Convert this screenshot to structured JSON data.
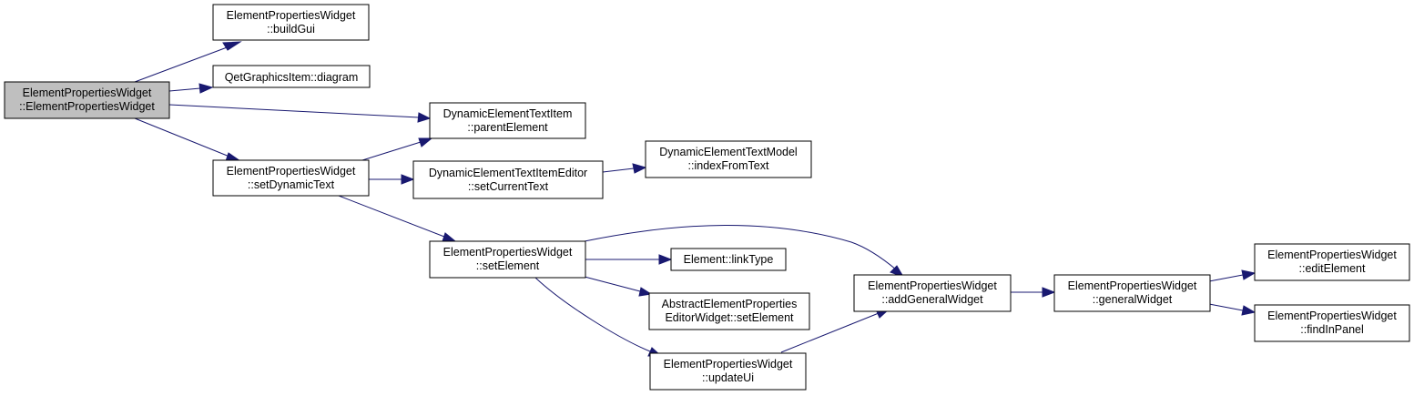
{
  "colors": {
    "node_fill": "#ffffff",
    "root_fill": "#bfbfbf",
    "node_border": "#000000",
    "edge": "#191970"
  },
  "nodes": [
    {
      "id": "root",
      "lines": [
        "ElementPropertiesWidget",
        "::ElementPropertiesWidget"
      ],
      "root": true
    },
    {
      "id": "buildGui",
      "lines": [
        "ElementPropertiesWidget",
        "::buildGui"
      ]
    },
    {
      "id": "diagram",
      "lines": [
        "QetGraphicsItem::diagram"
      ]
    },
    {
      "id": "parentElement",
      "lines": [
        "DynamicElementTextItem",
        "::parentElement"
      ]
    },
    {
      "id": "setDynamicText",
      "lines": [
        "ElementPropertiesWidget",
        "::setDynamicText"
      ]
    },
    {
      "id": "setCurrentText",
      "lines": [
        "DynamicElementTextItemEditor",
        "::setCurrentText"
      ]
    },
    {
      "id": "indexFromText",
      "lines": [
        "DynamicElementTextModel",
        "::indexFromText"
      ]
    },
    {
      "id": "setElement",
      "lines": [
        "ElementPropertiesWidget",
        "::setElement"
      ]
    },
    {
      "id": "linkType",
      "lines": [
        "Element::linkType"
      ]
    },
    {
      "id": "abstractSetElement",
      "lines": [
        "AbstractElementProperties",
        "EditorWidget::setElement"
      ]
    },
    {
      "id": "updateUi",
      "lines": [
        "ElementPropertiesWidget",
        "::updateUi"
      ]
    },
    {
      "id": "addGeneralWidget",
      "lines": [
        "ElementPropertiesWidget",
        "::addGeneralWidget"
      ]
    },
    {
      "id": "generalWidget",
      "lines": [
        "ElementPropertiesWidget",
        "::generalWidget"
      ]
    },
    {
      "id": "editElement",
      "lines": [
        "ElementPropertiesWidget",
        "::editElement"
      ]
    },
    {
      "id": "findInPanel",
      "lines": [
        "ElementPropertiesWidget",
        "::findInPanel"
      ]
    }
  ],
  "edges": [
    {
      "from": "root",
      "to": "buildGui"
    },
    {
      "from": "root",
      "to": "diagram"
    },
    {
      "from": "root",
      "to": "parentElement"
    },
    {
      "from": "root",
      "to": "setDynamicText"
    },
    {
      "from": "setDynamicText",
      "to": "parentElement"
    },
    {
      "from": "setDynamicText",
      "to": "setCurrentText"
    },
    {
      "from": "setDynamicText",
      "to": "setElement"
    },
    {
      "from": "setCurrentText",
      "to": "indexFromText"
    },
    {
      "from": "setElement",
      "to": "addGeneralWidget"
    },
    {
      "from": "setElement",
      "to": "linkType"
    },
    {
      "from": "setElement",
      "to": "abstractSetElement"
    },
    {
      "from": "setElement",
      "to": "updateUi"
    },
    {
      "from": "updateUi",
      "to": "addGeneralWidget"
    },
    {
      "from": "addGeneralWidget",
      "to": "generalWidget"
    },
    {
      "from": "generalWidget",
      "to": "editElement"
    },
    {
      "from": "generalWidget",
      "to": "findInPanel"
    }
  ]
}
